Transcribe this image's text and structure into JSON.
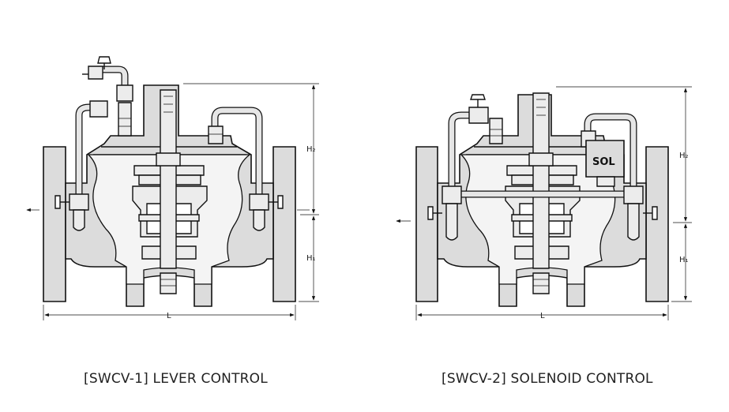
{
  "figures": [
    {
      "id": "swcv-1",
      "caption": "[SWCV-1] LEVER CONTROL",
      "dimensions": {
        "h2": "H₂",
        "h1": "H₁",
        "l": "L"
      }
    },
    {
      "id": "swcv-2",
      "caption": "[SWCV-2] SOLENOID CONTROL",
      "dimensions": {
        "h2": "H₂",
        "h1": "H₁",
        "l": "L"
      },
      "solenoid_label": "SOL"
    }
  ]
}
